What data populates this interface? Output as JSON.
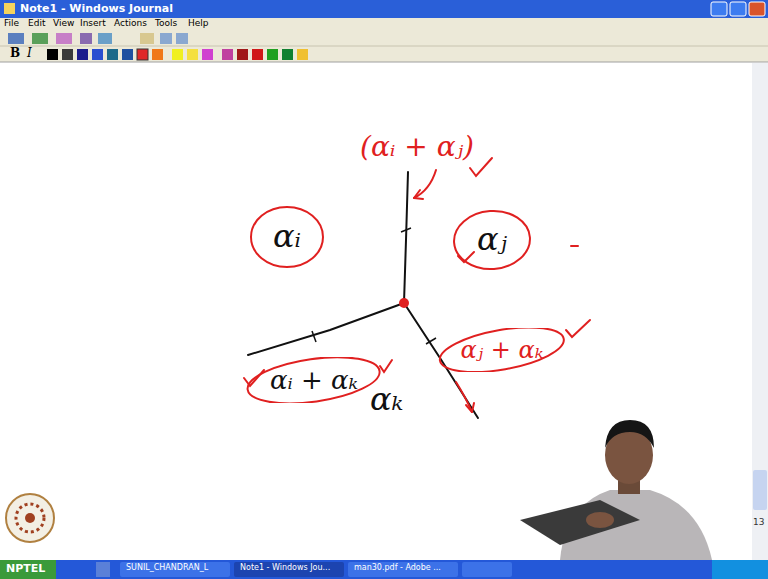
{
  "diagram": {
    "nodes": [
      {
        "text": [
          "αᵢ"
        ]
      },
      {
        "text": [
          "αⱼ"
        ]
      },
      {
        "text": [
          "αᵢ + αₖ"
        ]
      },
      {
        "text": [
          "αⱼ + αₖ"
        ]
      }
    ],
    "labels": [
      "Note1 - Windows Journal",
      "File",
      "Edit",
      "View",
      "Insert",
      "Actions",
      "Tools",
      "Help",
      "B",
      "I",
      "(αᵢ + αⱼ)",
      "αₖ",
      "13",
      "NPTEL",
      "SUNIL_CHANDRAN_L",
      "Note1 - Windows Jou...",
      "man30.pdf - Adobe ..."
    ]
  }
}
